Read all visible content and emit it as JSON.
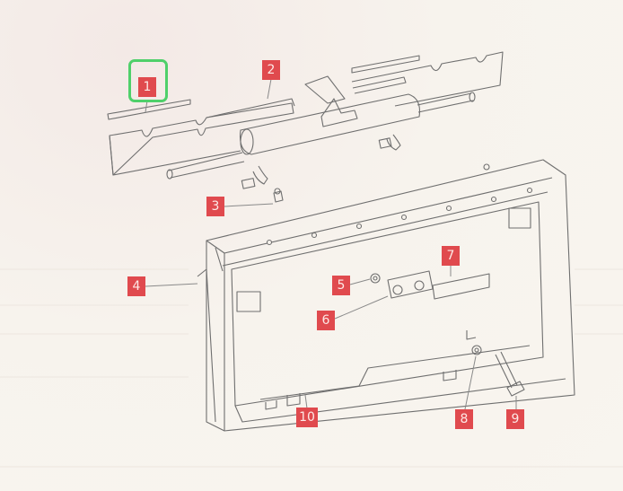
{
  "diagram": {
    "labels": [
      "1",
      "2",
      "3",
      "4",
      "5",
      "6",
      "7",
      "8",
      "9",
      "10"
    ],
    "highlighted_label": "1",
    "colors": {
      "label_bg": "#e04a4e",
      "highlight": "#4fd06a",
      "line": "#6f6f6f",
      "paper": "#f7f3ed"
    }
  }
}
